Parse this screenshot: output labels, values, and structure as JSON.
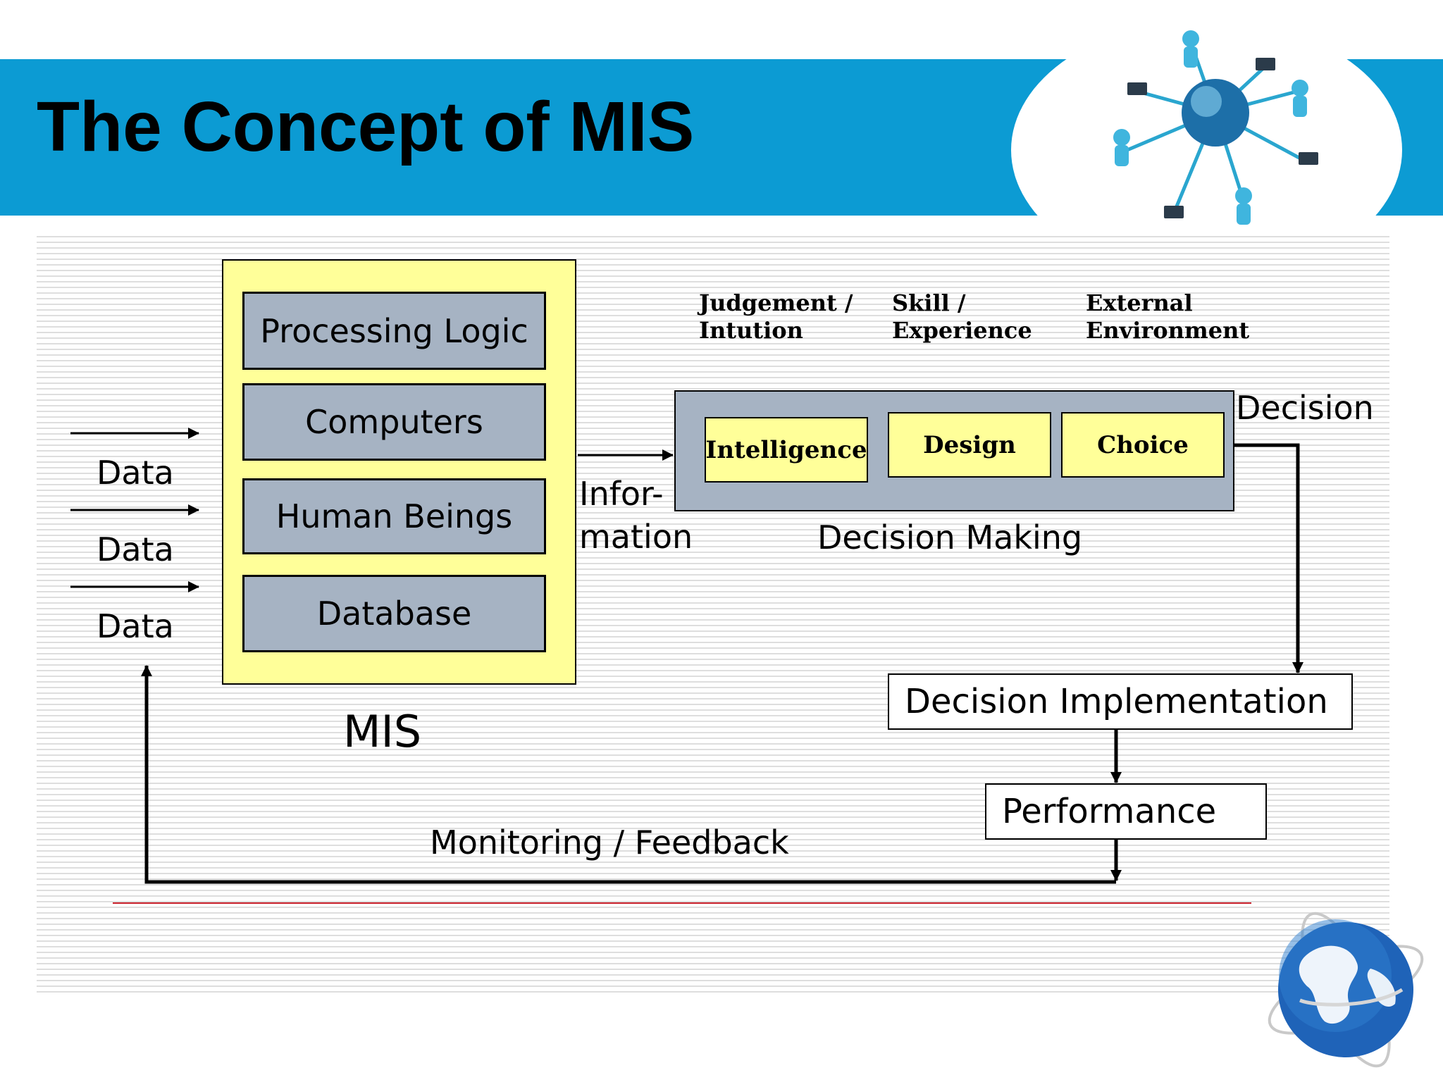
{
  "slide": {
    "title": "The Concept of MIS"
  },
  "inputs": {
    "data_labels": [
      "Data",
      "Data",
      "Data"
    ]
  },
  "mis": {
    "components": [
      "Processing Logic",
      "Computers",
      "Human Beings",
      "Database"
    ],
    "label": "MIS"
  },
  "information_label": {
    "line1": "Infor-",
    "line2": "mation"
  },
  "factors": [
    {
      "line1": "Judgement /",
      "line2": "Intution"
    },
    {
      "line1": "Skill /",
      "line2": "Experience"
    },
    {
      "line1": "External",
      "line2": "Environment"
    }
  ],
  "decision_making": {
    "stages": [
      "Intelligence",
      "Design",
      "Choice"
    ],
    "label": "Decision Making"
  },
  "decision_label": "Decision",
  "implementation": "Decision Implementation",
  "performance": "Performance",
  "feedback_label": "Monitoring / Feedback",
  "colors": {
    "banner": "#0c9bd3",
    "box_yellow": "#ffff99",
    "box_gray": "#a6b3c3",
    "rule_red": "#c8202a"
  },
  "icons": [
    "network-hub-icon",
    "globe-icon"
  ]
}
